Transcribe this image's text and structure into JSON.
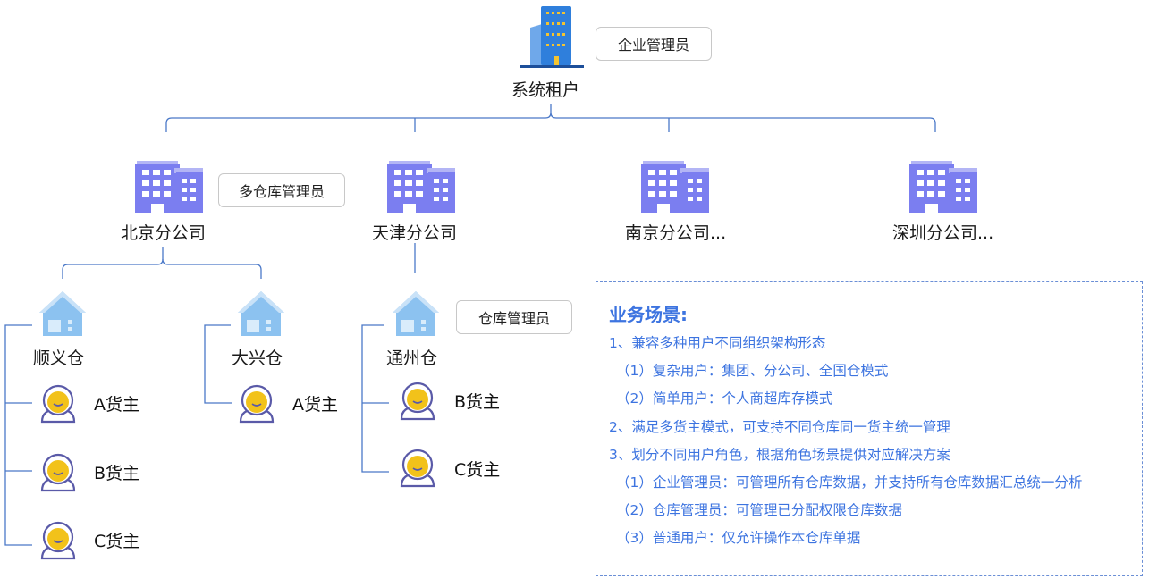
{
  "root": {
    "label": "系统租户",
    "role": "企业管理员"
  },
  "branches": [
    {
      "label": "北京分公司",
      "role": "多仓库管理员"
    },
    {
      "label": "天津分公司"
    },
    {
      "label": "南京分公司..."
    },
    {
      "label": "深圳分公司..."
    }
  ],
  "warehouses": [
    {
      "label": "顺义仓",
      "owners": [
        "A货主",
        "B货主",
        "C货主"
      ]
    },
    {
      "label": "大兴仓",
      "owners": [
        "A货主"
      ]
    },
    {
      "label": "通州仓",
      "role": "仓库管理员",
      "owners": [
        "B货主",
        "C货主"
      ]
    }
  ],
  "scenario": {
    "title": "业务场景:",
    "lines": [
      "1、兼容多种用户不同组织架构形态",
      "（1）复杂用户：集团、分公司、全国仓模式",
      "（2）简单用户：个人商超库存模式",
      "2、满足多货主模式，可支持不同仓库同一货主统一管理",
      "3、划分不同用户角色，根据角色场景提供对应解决方案",
      "（1）企业管理员：可管理所有仓库数据，并支持所有仓库数据汇总统一分析",
      "（2）仓库管理员：可管理已分配权限仓库数据",
      "（3）普通用户：仅允许操作本仓库单据"
    ]
  },
  "colors": {
    "connector": "#4a78c8",
    "scenario_text": "#3d74e0",
    "building_purple": "#7b7ef0",
    "building_blue": "#2f7fdc",
    "house_blue": "#8cc2f0",
    "avatar_yellow": "#f2c21a",
    "avatar_outline": "#5a5aa8"
  }
}
